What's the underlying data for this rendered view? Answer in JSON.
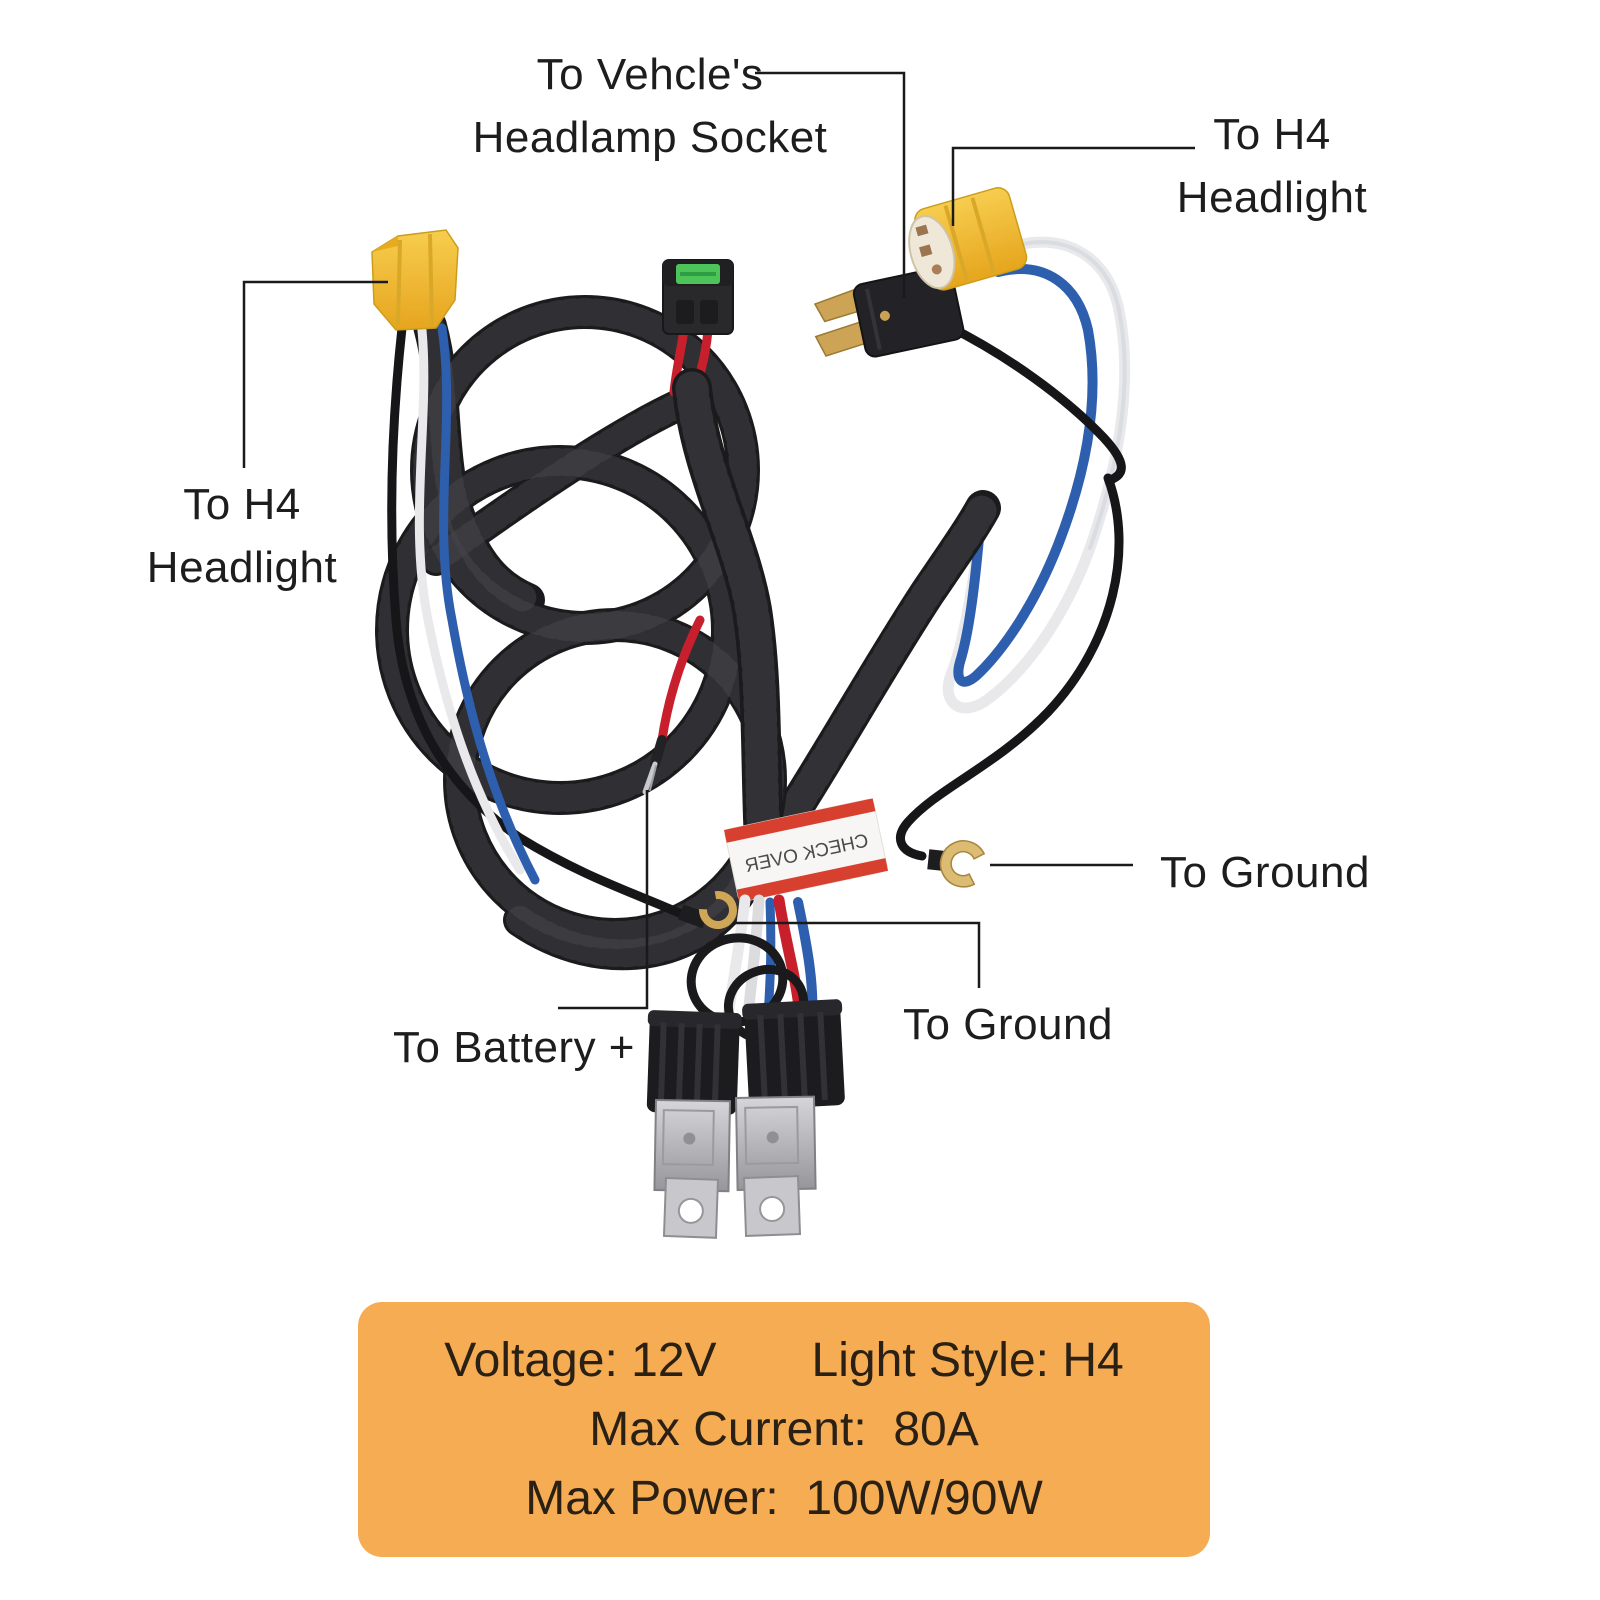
{
  "page": {
    "background_color": "#ffffff"
  },
  "annotations": {
    "headlamp_socket": {
      "line1": "To Vehcle's",
      "line2": "Headlamp Socket"
    },
    "h4_headlight_right": {
      "line1": "To H4",
      "line2": "Headlight"
    },
    "h4_headlight_left": {
      "line1": "To H4",
      "line2": "Headlight"
    },
    "ground_right": "To Ground",
    "ground_center": "To Ground",
    "battery_positive": "To Battery +"
  },
  "harness": {
    "wrap_band_text": "CHECK OVER",
    "colors": {
      "corrugated_tube": "#1c1c1e",
      "wire_blue": "#2e5fae",
      "wire_red": "#c7202c",
      "wire_white": "#e9e9ec",
      "wire_black": "#161618",
      "connector_yellow": "#efb92c",
      "terminal_gold": "#d3ab5e",
      "relay_silver": "#bcbcc0",
      "fuse_green": "#4cc45a",
      "band_red": "#d7402f"
    }
  },
  "spec_box": {
    "background_color": "#F5AC53",
    "row1_left": "Voltage: 12V",
    "row1_right": "Light Style: H4",
    "row2": "Max Current:  80A",
    "row3": "Max Power:  100W/90W"
  }
}
